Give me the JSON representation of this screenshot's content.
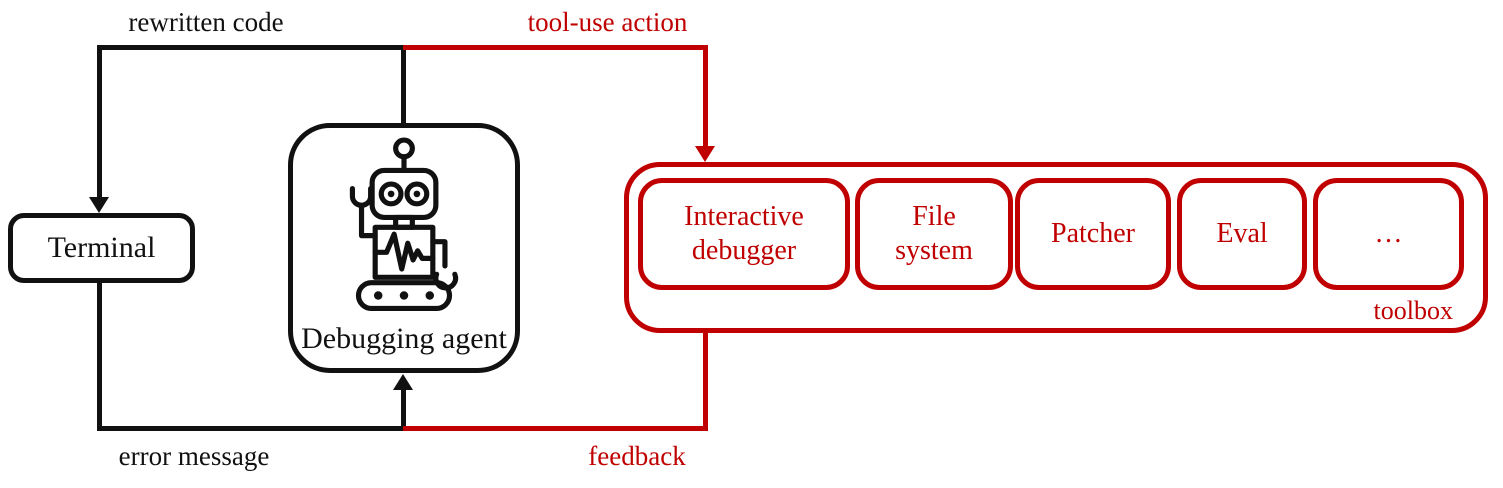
{
  "colors": {
    "line_black": "#111111",
    "line_red": "#c00000",
    "background": "#ffffff"
  },
  "nodes": {
    "terminal": {
      "label": "Terminal"
    },
    "agent": {
      "label": "Debugging agent",
      "icon": "robot-icon"
    },
    "toolbox": {
      "label": "toolbox",
      "tools": [
        {
          "label": "Interactive debugger"
        },
        {
          "label": "File system"
        },
        {
          "label": "Patcher"
        },
        {
          "label": "Eval"
        },
        {
          "label": "…"
        }
      ]
    }
  },
  "edges": {
    "rewritten_code": {
      "label": "rewritten code",
      "from": "agent",
      "to": "terminal",
      "color": "#111111"
    },
    "tool_use_action": {
      "label": "tool-use action",
      "from": "agent",
      "to": "toolbox",
      "color": "#c00000"
    },
    "error_message": {
      "label": "error message",
      "from": "terminal",
      "to": "agent",
      "color": "#111111"
    },
    "feedback": {
      "label": "feedback",
      "from": "toolbox",
      "to": "agent",
      "color": "#c00000"
    }
  }
}
